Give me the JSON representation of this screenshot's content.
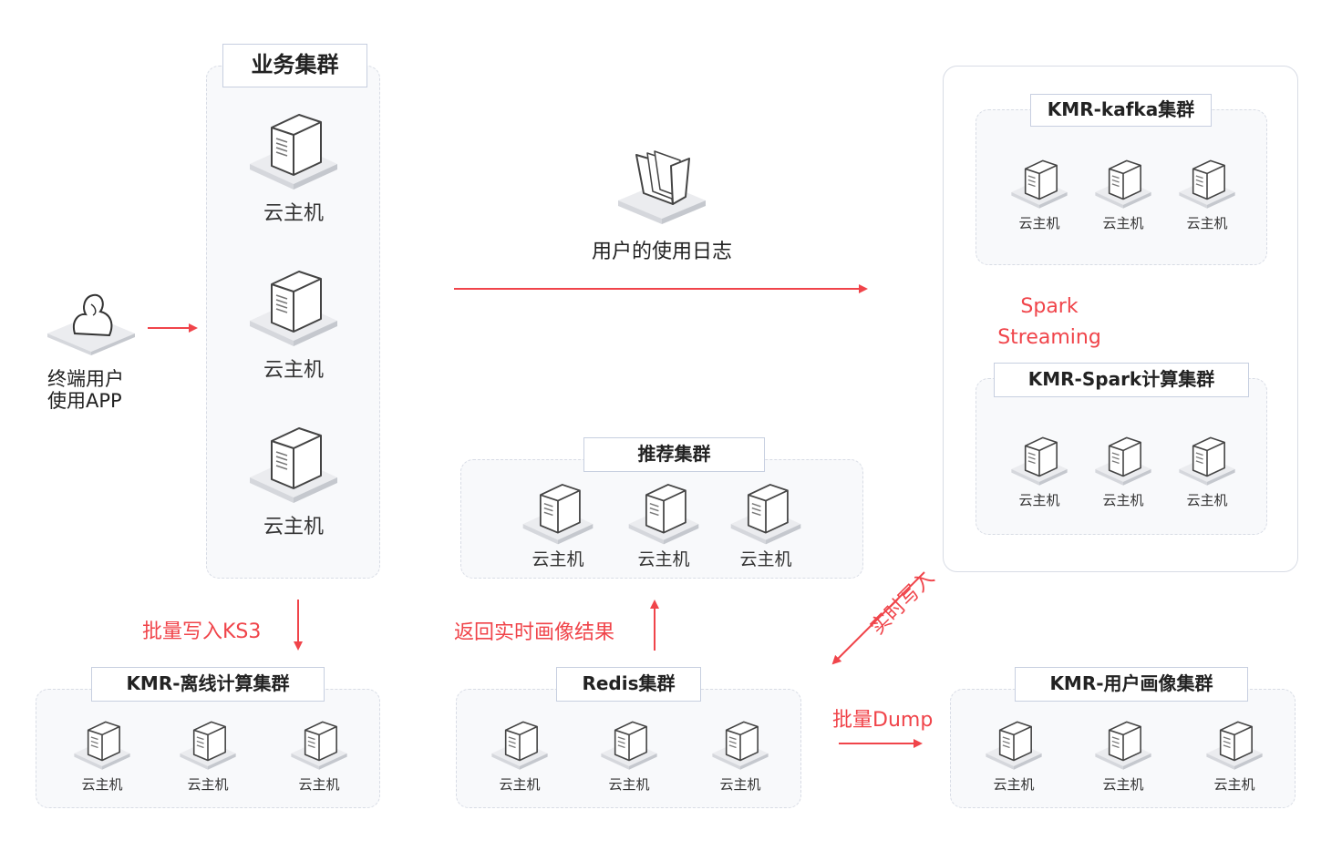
{
  "clusters": {
    "business": {
      "title": "业务集群",
      "hosts": [
        "云主机",
        "云主机",
        "云主机"
      ]
    },
    "kafka": {
      "title": "KMR-kafka集群",
      "hosts": [
        "云主机",
        "云主机",
        "云主机"
      ]
    },
    "spark": {
      "title": "KMR-Spark计算集群",
      "hosts": [
        "云主机",
        "云主机",
        "云主机"
      ]
    },
    "recommend": {
      "title": "推荐集群",
      "hosts": [
        "云主机",
        "云主机",
        "云主机"
      ]
    },
    "offline": {
      "title": "KMR-离线计算集群",
      "hosts": [
        "云主机",
        "云主机",
        "云主机"
      ]
    },
    "redis": {
      "title": "Redis集群",
      "hosts": [
        "云主机",
        "云主机",
        "云主机"
      ]
    },
    "portrait": {
      "title": "KMR-用户画像集群",
      "hosts": [
        "云主机",
        "云主机",
        "云主机"
      ]
    }
  },
  "user": {
    "line1": "终端用户",
    "line2": "使用APP",
    "icon": "user-icon"
  },
  "log": {
    "label": "用户的使用日志",
    "icon": "folder-icon"
  },
  "flows": {
    "spark_streaming_1": "Spark",
    "spark_streaming_2": "Streaming",
    "batch_ks3": "批量写入KS3",
    "return_result": "返回实时画像结果",
    "realtime_write": "实时写入",
    "batch_dump": "批量Dump"
  },
  "colors": {
    "accent": "#f0444a",
    "border": "#d8dce5",
    "panel": "#f8f9fb"
  }
}
